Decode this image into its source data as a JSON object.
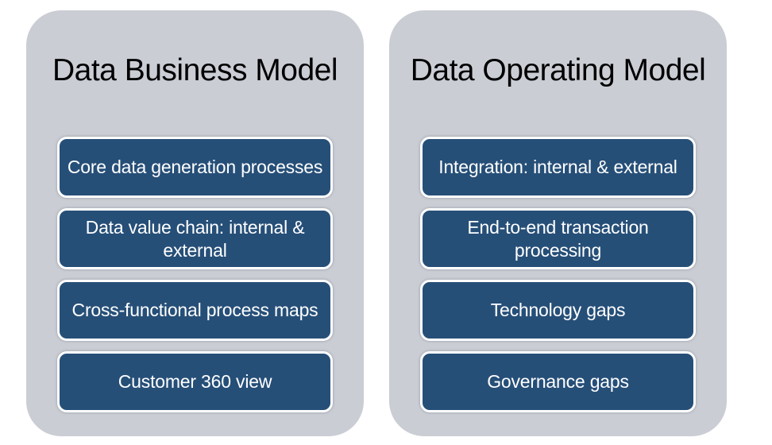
{
  "colors": {
    "page-bg": "#ffffff",
    "panel-bg": "#cacdd4",
    "box-bg": "#264f78",
    "box-border": "#ffffff",
    "title-color": "#000000",
    "box-text-color": "#ffffff"
  },
  "panels": [
    {
      "title": "Data Business Model",
      "items": [
        "Core data generation processes",
        "Data value chain: internal &\nexternal",
        "Cross-functional process maps",
        "Customer 360 view"
      ]
    },
    {
      "title": "Data Operating Model",
      "items": [
        "Integration: internal & external",
        "End-to-end transaction\nprocessing",
        "Technology gaps",
        "Governance gaps"
      ]
    }
  ]
}
